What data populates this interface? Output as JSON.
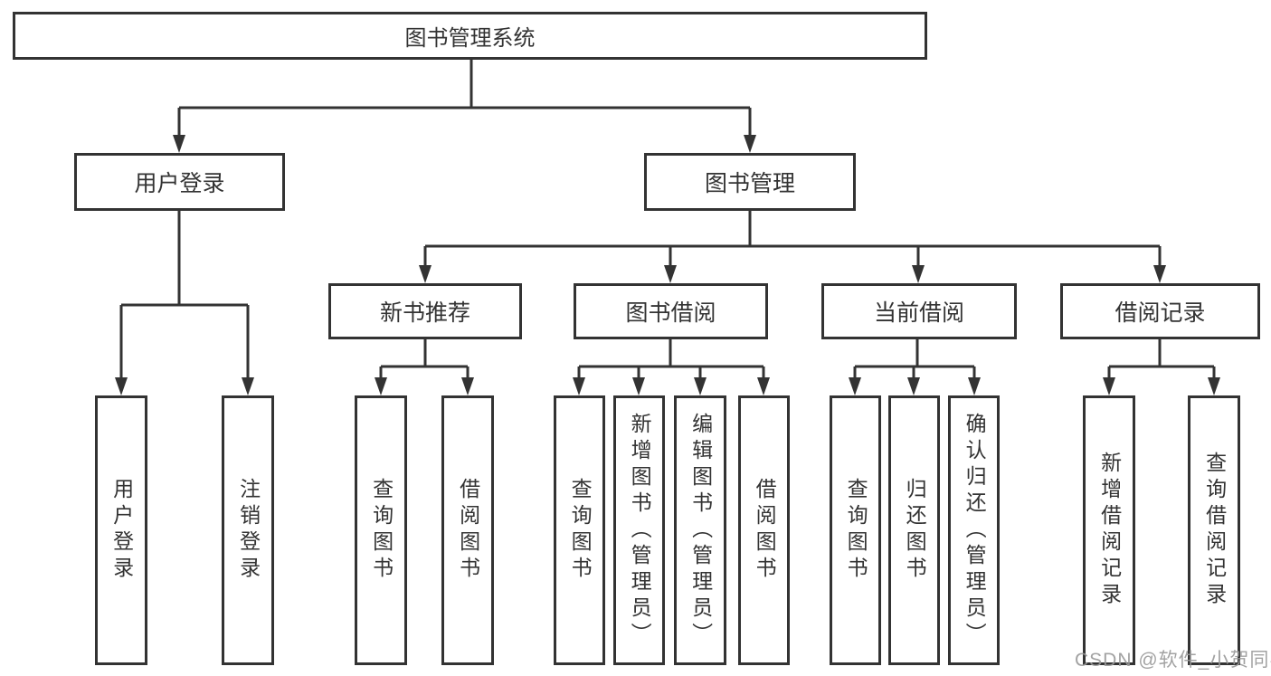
{
  "diagram": {
    "type": "org-tree",
    "colors": {
      "line": "#333333",
      "box_border": "#333333",
      "box_fill": "#ffffff",
      "text": "#333333",
      "watermark_text": "#999999"
    },
    "tree": {
      "root": {
        "label": "图书管理系统"
      },
      "branches": [
        {
          "label": "用户登录",
          "children": [
            {
              "label": "用户登录"
            },
            {
              "label": "注销登录"
            }
          ]
        },
        {
          "label": "图书管理",
          "groups": [
            {
              "label": "新书推荐",
              "children": [
                {
                  "label": "查询图书"
                },
                {
                  "label": "借阅图书"
                }
              ]
            },
            {
              "label": "图书借阅",
              "children": [
                {
                  "label": "查询图书"
                },
                {
                  "label": "新增图书（管理员）"
                },
                {
                  "label": "编辑图书（管理员）"
                },
                {
                  "label": "借阅图书"
                }
              ]
            },
            {
              "label": "当前借阅",
              "children": [
                {
                  "label": "查询图书"
                },
                {
                  "label": "归还图书"
                },
                {
                  "label": "确认归还（管理员）"
                }
              ]
            },
            {
              "label": "借阅记录",
              "children": [
                {
                  "label": "新增借阅记录"
                },
                {
                  "label": "查询借阅记录"
                }
              ]
            }
          ]
        }
      ]
    },
    "watermark": {
      "text": "CSDN @软件_小贺同学"
    }
  }
}
